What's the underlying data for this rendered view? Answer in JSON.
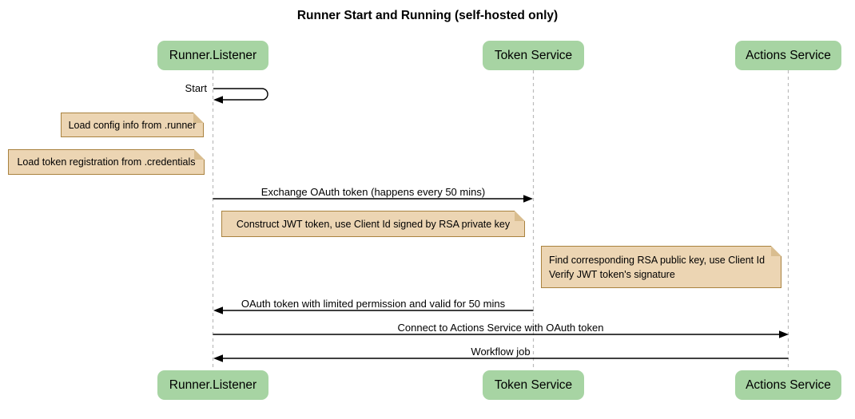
{
  "title": "Runner Start and Running (self-hosted only)",
  "participants": [
    {
      "name": "Runner.Listener"
    },
    {
      "name": "Token Service"
    },
    {
      "name": "Actions Service"
    }
  ],
  "messages": {
    "start": {
      "label": "Start",
      "from": "Runner.Listener",
      "to": "Runner.Listener",
      "kind": "self-message"
    },
    "exchange": {
      "label": "Exchange OAuth token (happens every 50 mins)",
      "from": "Runner.Listener",
      "to": "Token Service",
      "kind": "solid-arrow"
    },
    "oauth_return": {
      "label": "OAuth token with limited permission and valid for 50 mins",
      "from": "Token Service",
      "to": "Runner.Listener",
      "kind": "solid-arrow"
    },
    "connect": {
      "label": "Connect to Actions Service with OAuth token",
      "from": "Runner.Listener",
      "to": "Actions Service",
      "kind": "solid-arrow"
    },
    "workflow": {
      "label": "Workflow job",
      "from": "Actions Service",
      "to": "Runner.Listener",
      "kind": "solid-arrow"
    }
  },
  "notes": {
    "load_config": {
      "text": "Load config info from .runner",
      "position": "left of Runner.Listener"
    },
    "load_token": {
      "text": "Load token registration from .credentials",
      "position": "left of Runner.Listener"
    },
    "construct_jwt": {
      "text": "Construct JWT token, use Client Id signed by RSA private key",
      "position": "between Runner.Listener and Token Service"
    },
    "verify_jwt": {
      "line1": "Find corresponding RSA public key, use Client Id",
      "line2": "Verify JWT token's signature",
      "position": "left of Actions Service"
    }
  },
  "colors": {
    "background": "#ffffff",
    "participant_fill": "#a7d4a3",
    "note_fill": "#ecd5b3",
    "note_border": "#a9823f",
    "lifeline": "#bbbbbb",
    "arrow": "#000000",
    "text": "#000000"
  }
}
